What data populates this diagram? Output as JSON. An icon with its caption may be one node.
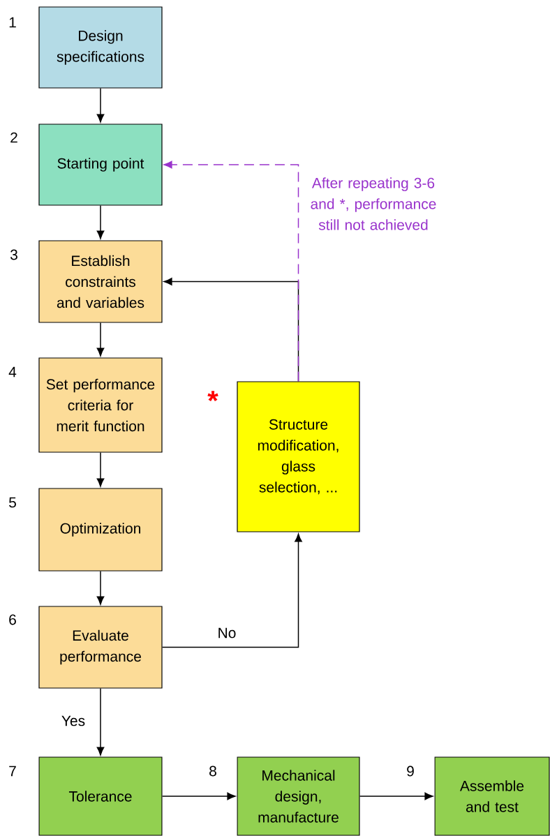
{
  "diagram": {
    "nodes": [
      {
        "text": [
          "Design specifications"
        ],
        "beside": [
          "1"
        ]
      },
      {
        "text": [
          "Starting point"
        ],
        "beside": [
          "2"
        ]
      },
      {
        "text": [
          "Establish constraints and variables"
        ],
        "beside": [
          "3"
        ]
      },
      {
        "text": [
          "Set performance criteria for merit function"
        ],
        "beside": [
          "4"
        ]
      },
      {
        "text": [
          "Optimization"
        ],
        "beside": [
          "5"
        ]
      },
      {
        "text": [
          "Evaluate performance"
        ],
        "beside": [
          "6"
        ]
      },
      {
        "text": [
          "Structure modification, glass selection, ..."
        ],
        "beside": [
          "*"
        ]
      },
      {
        "text": [
          "Tolerance"
        ],
        "beside": [
          "7"
        ]
      },
      {
        "text": [
          "Mechanical design, manufacture"
        ],
        "beside": [
          "8"
        ]
      },
      {
        "text": [
          "Assemble and test"
        ],
        "beside": [
          "9"
        ]
      }
    ],
    "edges": [
      {
        "from": 0,
        "to": 1,
        "arrow": "to"
      },
      {
        "from": 1,
        "to": 2,
        "arrow": "to"
      },
      {
        "from": 2,
        "to": 3,
        "arrow": "to"
      },
      {
        "from": 3,
        "to": 4,
        "arrow": "to"
      },
      {
        "from": 4,
        "to": 5,
        "arrow": "to"
      },
      {
        "from": 5,
        "to": 7,
        "arrow": "to",
        "label": "Yes"
      },
      {
        "from": 5,
        "to": 6,
        "arrow": "to",
        "label": "No"
      },
      {
        "from": 6,
        "to": 2,
        "arrow": "to"
      },
      {
        "from": 6,
        "to": 1,
        "arrow": "to",
        "style": "dashed",
        "color": "#9933cc",
        "label": "After repeating 3-6 and *, performance still not achieved"
      },
      {
        "from": 7,
        "to": 8,
        "arrow": "to"
      },
      {
        "from": 8,
        "to": 9,
        "arrow": "to"
      }
    ]
  }
}
